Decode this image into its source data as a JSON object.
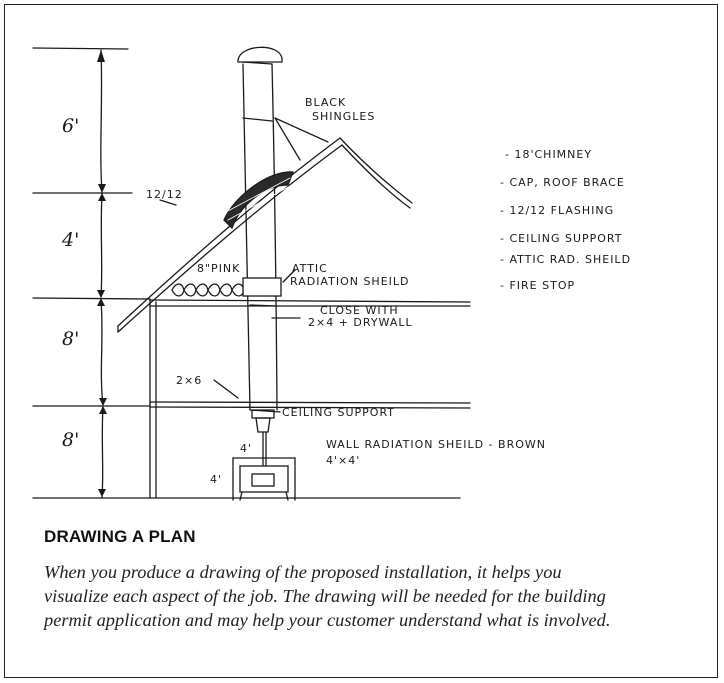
{
  "drawing": {
    "dimensions": [
      "6'",
      "4'",
      "8'",
      "8'"
    ],
    "pitch_label": "12/12",
    "labels": {
      "black_shingles_1": "BLACK",
      "black_shingles_2": "SHINGLES",
      "pink": "8\"PINK",
      "attic_shield_1": "ATTIC",
      "attic_shield_2": "RADIATION SHEILD",
      "close_with_1": "CLOSE WITH",
      "close_with_2": "2×4 + DRYWALL",
      "two_by_six": "2×6",
      "ceiling_support": "CEILING SUPPORT",
      "wall_shield": "WALL RADIATION SHEILD - BROWN",
      "wall_shield_size": "4'×4'",
      "hearth_width": "4'",
      "hearth_height": "4'"
    },
    "checklist": [
      "- 18'CHIMNEY",
      "- CAP, ROOF BRACE",
      "- 12/12 FLASHING",
      "- CEILING SUPPORT",
      "- ATTIC RAD. SHEILD",
      "- FIRE STOP"
    ]
  },
  "caption": {
    "title": "DRAWING A PLAN",
    "lines": [
      "When you produce a drawing of the proposed installation, it helps you",
      "visualize each aspect of the job. The drawing will be needed for the building",
      "permit application and may help your customer understand what is involved."
    ]
  }
}
